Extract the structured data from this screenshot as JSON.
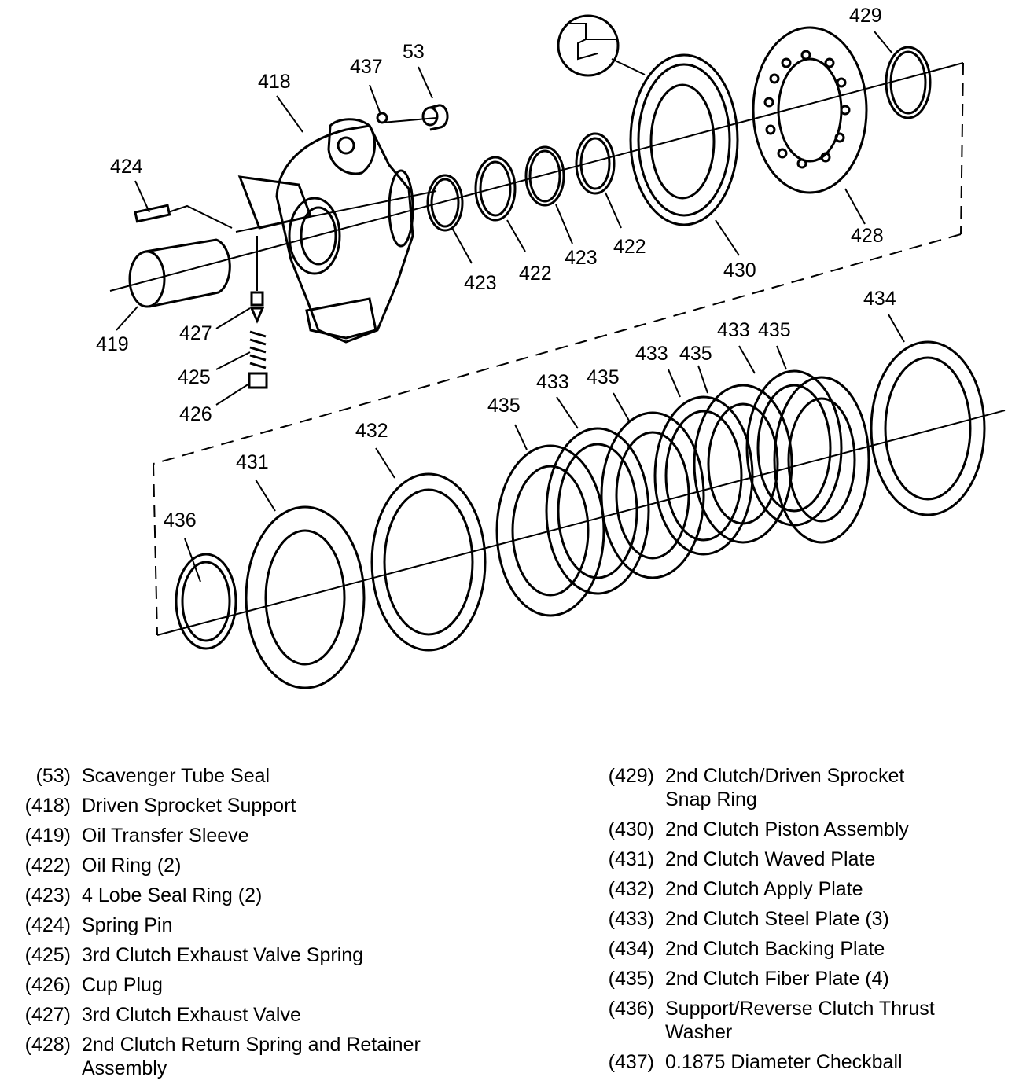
{
  "callouts": {
    "c429": "429",
    "c53": "53",
    "c437": "437",
    "c418": "418",
    "c424": "424",
    "c422a": "422",
    "c423a": "423",
    "c422b": "422",
    "c423b": "423",
    "c428": "428",
    "c430": "430",
    "c419": "419",
    "c427": "427",
    "c425": "425",
    "c426": "426",
    "c434": "434",
    "c433a": "433",
    "c435a": "435",
    "c433b": "433",
    "c435b": "435",
    "c433c": "433",
    "c435c": "435",
    "c435d": "435",
    "c432": "432",
    "c431": "431",
    "c436": "436"
  },
  "legend": {
    "left": [
      {
        "num": "(53)",
        "desc": "Scavenger Tube Seal"
      },
      {
        "num": "(418)",
        "desc": "Driven Sprocket Support"
      },
      {
        "num": "(419)",
        "desc": "Oil Transfer Sleeve"
      },
      {
        "num": "(422)",
        "desc": "Oil Ring (2)"
      },
      {
        "num": "(423)",
        "desc": "4 Lobe Seal Ring (2)"
      },
      {
        "num": "(424)",
        "desc": "Spring Pin"
      },
      {
        "num": "(425)",
        "desc": "3rd Clutch Exhaust Valve Spring"
      },
      {
        "num": "(426)",
        "desc": "Cup Plug"
      },
      {
        "num": "(427)",
        "desc": "3rd Clutch Exhaust Valve"
      },
      {
        "num": "(428)",
        "desc": "2nd Clutch Return Spring and Retainer Assembly"
      }
    ],
    "right": [
      {
        "num": "(429)",
        "desc": "2nd Clutch/Driven Sprocket Snap Ring"
      },
      {
        "num": "(430)",
        "desc": "2nd Clutch Piston Assembly"
      },
      {
        "num": "(431)",
        "desc": "2nd Clutch Waved Plate"
      },
      {
        "num": "(432)",
        "desc": "2nd Clutch Apply Plate"
      },
      {
        "num": "(433)",
        "desc": "2nd Clutch Steel Plate (3)"
      },
      {
        "num": "(434)",
        "desc": "2nd Clutch Backing Plate"
      },
      {
        "num": "(435)",
        "desc": "2nd Clutch Fiber Plate (4)"
      },
      {
        "num": "(436)",
        "desc": "Support/Reverse Clutch Thrust Washer"
      },
      {
        "num": "(437)",
        "desc": "0.1875 Diameter Checkball"
      }
    ]
  }
}
